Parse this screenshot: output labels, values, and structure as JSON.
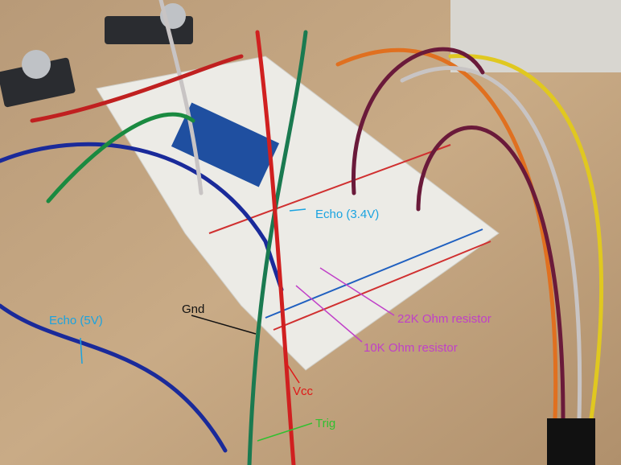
{
  "annotations": {
    "echo_3v4": {
      "text": "Echo (3.4V)",
      "color": "#1aa3e0"
    },
    "echo_5v": {
      "text": "Echo (5V)",
      "color": "#1aa3e0"
    },
    "gnd": {
      "text": "Gnd",
      "color": "#111111"
    },
    "r22k": {
      "text": "22K Ohm resistor",
      "color": "#c040c8"
    },
    "r10k": {
      "text": "10K Ohm resistor",
      "color": "#c040c8"
    },
    "vcc": {
      "text": "Vcc",
      "color": "#e01818"
    },
    "trig": {
      "text": "Trig",
      "color": "#30c030"
    }
  }
}
